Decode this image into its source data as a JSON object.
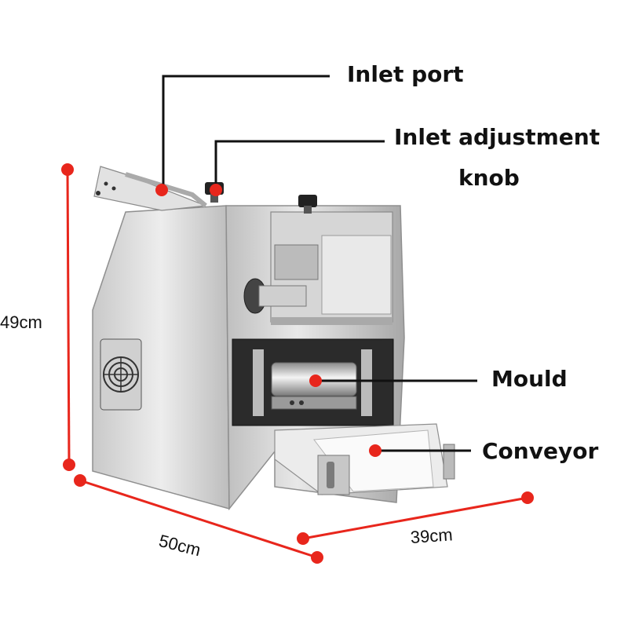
{
  "callouts": {
    "inlet_port": "Inlet port",
    "inlet_knob_line1": "Inlet adjustment",
    "inlet_knob_line2": "knob",
    "mould": "Mould",
    "conveyor": "Conveyor"
  },
  "dimensions": {
    "height": "49cm",
    "length": "50cm",
    "width": "39cm"
  },
  "colors": {
    "dot": "#e8261c",
    "leader": "#111111",
    "steel_light": "#e4e4e4",
    "steel_dark": "#9a9a9a"
  }
}
